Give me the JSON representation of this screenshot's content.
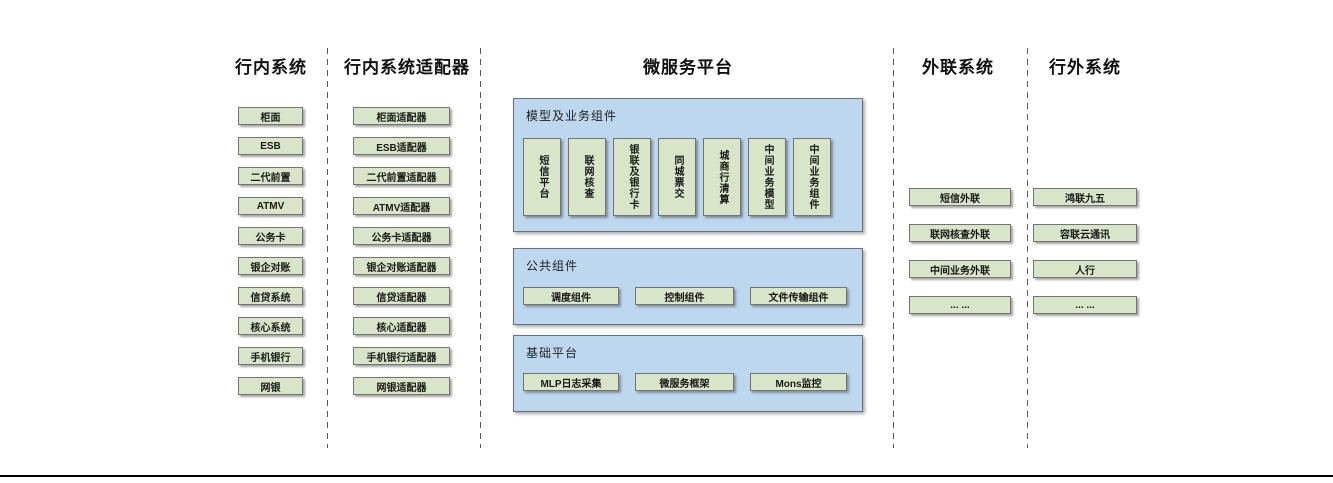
{
  "diagram": {
    "columns": {
      "internal": {
        "title": "行内系统",
        "items": [
          "柜面",
          "ESB",
          "二代前置",
          "ATMV",
          "公务卡",
          "银企对账",
          "信贷系统",
          "核心系统",
          "手机银行",
          "网银"
        ]
      },
      "adapters": {
        "title": "行内系统适配器",
        "items": [
          "柜面适配器",
          "ESB适配器",
          "二代前置适配器",
          "ATMV适配器",
          "公务卡适配器",
          "银企对账适配器",
          "信贷适配器",
          "核心适配器",
          "手机银行适配器",
          "网银适配器"
        ]
      },
      "platform": {
        "title": "微服务平台",
        "sections": {
          "model": {
            "title": "模型及业务组件",
            "items": [
              "短信平台",
              "联网核查",
              "银联及银行卡",
              "同城票交",
              "城商行清算",
              "中间业务模型",
              "中间业务组件"
            ]
          },
          "common": {
            "title": "公共组件",
            "items": [
              "调度组件",
              "控制组件",
              "文件传输组件"
            ]
          },
          "base": {
            "title": "基础平台",
            "items": [
              "MLP日志采集",
              "微服务框架",
              "Mons监控"
            ]
          }
        }
      },
      "outbound": {
        "title": "外联系统",
        "items": [
          "短信外联",
          "联网核查外联",
          "中间业务外联",
          "... ..."
        ]
      },
      "external": {
        "title": "行外系统",
        "items": [
          "鸿联九五",
          "容联云通讯",
          "人行",
          "... ..."
        ]
      }
    },
    "colors": {
      "box_green": "#d8e5c8",
      "panel_blue": "#bdd7ee",
      "box_border": "#737373",
      "divider_gray": "#595959",
      "bottom_rule": "#000000"
    }
  }
}
